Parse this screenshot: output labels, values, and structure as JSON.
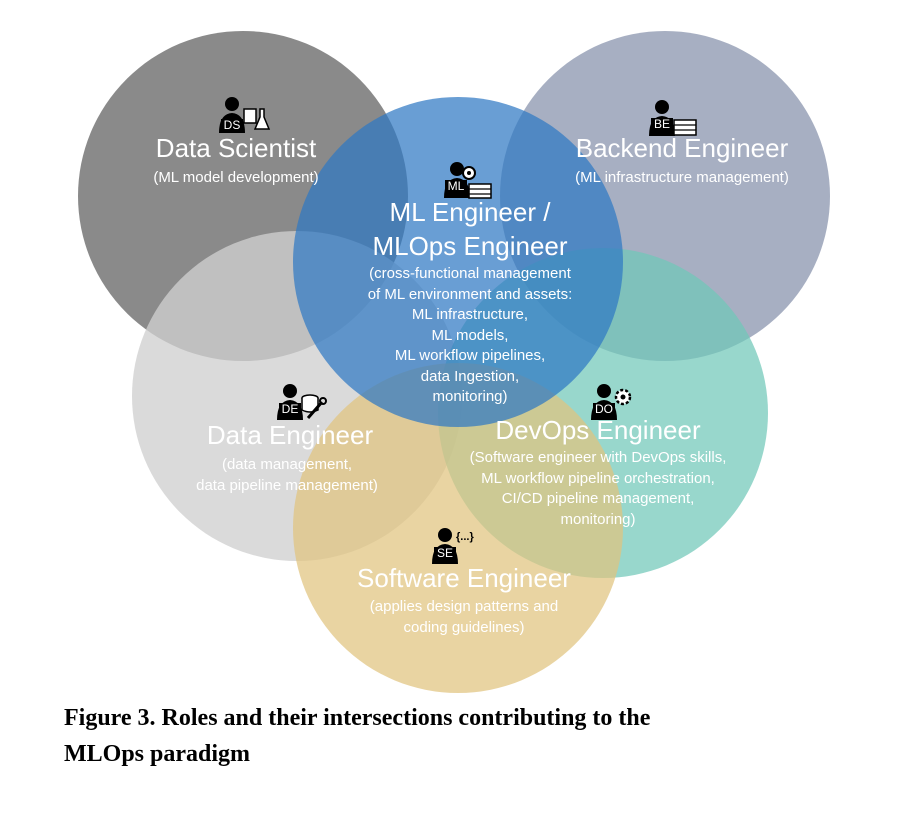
{
  "roles": {
    "data_scientist": {
      "icon_label": "DS",
      "icon": "scientist-icon",
      "title": "Data Scientist",
      "description": [
        "(ML model development)"
      ],
      "color": "#767676"
    },
    "backend_engineer": {
      "icon_label": "BE",
      "icon": "server-icon",
      "title": "Backend Engineer",
      "description": [
        "(ML infrastructure management)"
      ],
      "color": "#8e99b1"
    },
    "ml_engineer": {
      "icon_label": "ML",
      "icon": "gear-server-icon",
      "title": [
        "ML Engineer /",
        "MLOps Engineer"
      ],
      "description": [
        "(cross-functional management",
        "of ML environment and assets:",
        "ML infrastructure,",
        "ML models,",
        "ML workflow pipelines,",
        "data Ingestion,",
        "monitoring)"
      ],
      "color": "#2f78c4"
    },
    "data_engineer": {
      "icon_label": "DE",
      "icon": "database-wrench-icon",
      "title": "Data Engineer",
      "description": [
        "(data management,",
        "data pipeline management)"
      ],
      "color": "#cfcfcf"
    },
    "devops_engineer": {
      "icon_label": "DO",
      "icon": "gear-icon",
      "title": "DevOps Engineer",
      "description": [
        "(Software engineer with DevOps skills,",
        "ML workflow pipeline orchestration,",
        "CI/CD pipeline management,",
        "monitoring)"
      ],
      "color": "#70c8b8"
    },
    "software_engineer": {
      "icon_label": "SE",
      "icon": "code-braces-icon",
      "icon_extra": "{...}",
      "title": "Software Engineer",
      "description": [
        "(applies design patterns and",
        "coding guidelines)"
      ],
      "color": "#e1c37e"
    }
  },
  "caption": [
    "Figure 3. Roles and their intersections contributing to the",
    "MLOps paradigm"
  ]
}
